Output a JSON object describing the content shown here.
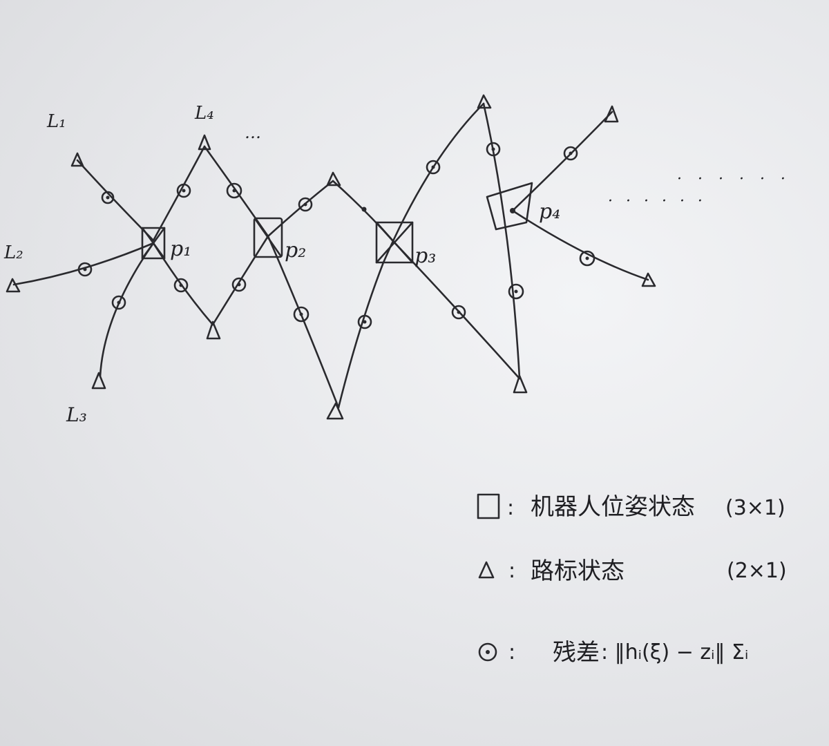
{
  "landmark_labels": {
    "L1": "L₁",
    "L2": "L₂",
    "L3": "L₃",
    "L4": "L₄",
    "ellipsis_top": "…"
  },
  "pose_labels": {
    "p1": "p₁",
    "p2": "p₂",
    "p3": "p₃",
    "p4": "p₄"
  },
  "trailing_dots": "· · · · · ·",
  "legend": {
    "pose": {
      "colon": ":",
      "text": "机器人位姿状态",
      "dim": "(3×1)"
    },
    "landmark": {
      "colon": ":",
      "text": "路标状态",
      "dim": "(2×1)"
    },
    "residual": {
      "colon": ":",
      "text": "残差",
      "formula": ": ‖hᵢ(ξ) − zᵢ‖ Σᵢ"
    }
  },
  "colors": {
    "ink": "#2a2a2e",
    "paper": "#eeeff1"
  }
}
